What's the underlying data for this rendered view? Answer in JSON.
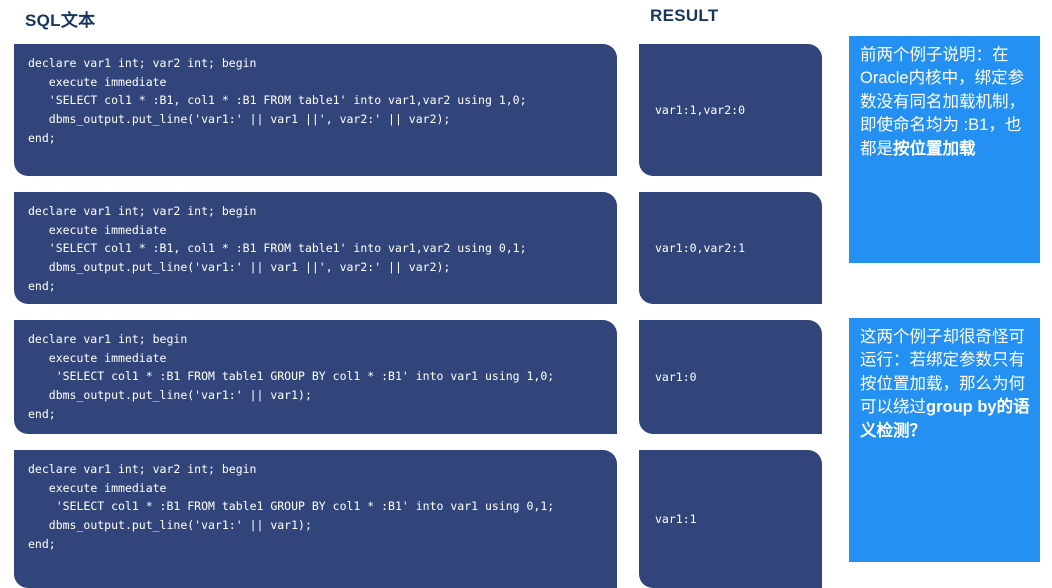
{
  "headers": {
    "sql": "SQL文本",
    "result": "RESULT"
  },
  "colors": {
    "card_bg": "#32457a",
    "note_bg": "#2390f2",
    "header_text": "#17365d",
    "page_bg": "#ffffff"
  },
  "rows": [
    {
      "sql": "declare var1 int; var2 int; begin\n   execute immediate\n   'SELECT col1 * :B1, col1 * :B1 FROM table1' into var1,var2 using 1,0;\n   dbms_output.put_line('var1:' || var1 ||', var2:' || var2);\nend;",
      "result": "var1:1,var2:0"
    },
    {
      "sql": "declare var1 int; var2 int; begin\n   execute immediate\n   'SELECT col1 * :B1, col1 * :B1 FROM table1' into var1,var2 using 0,1;\n   dbms_output.put_line('var1:' || var1 ||', var2:' || var2);\nend;",
      "result": "var1:0,var2:1"
    },
    {
      "sql": "declare var1 int; begin\n   execute immediate\n    'SELECT col1 * :B1 FROM table1 GROUP BY col1 * :B1' into var1 using 1,0;\n   dbms_output.put_line('var1:' || var1);\nend;",
      "result": "var1:0"
    },
    {
      "sql": "declare var1 int; var2 int; begin\n   execute immediate\n    'SELECT col1 * :B1 FROM table1 GROUP BY col1 * :B1' into var1 using 0,1;\n   dbms_output.put_line('var1:' || var1);\nend;",
      "result": "var1:1"
    }
  ],
  "notes": [
    {
      "lead": "前两个例子说明：在Oracle内核中，绑定参数没有同名加载机制，即使命名均为 :B1，也都是",
      "emphasis": "按位置加载"
    },
    {
      "lead": "这两个例子却很奇怪可运行：若绑定参数只有按位置加载，那么为何可以绕过",
      "emphasis": "group by的语义检测？"
    }
  ]
}
